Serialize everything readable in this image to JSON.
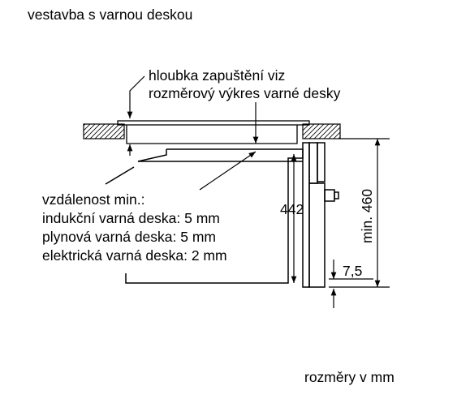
{
  "title": "vestavba s varnou deskou",
  "footer": "rozměry v mm",
  "labels": {
    "depth_line1": "hloubka zapuštění viz",
    "depth_line2": "rozměrový výkres varné desky",
    "dist_title": "vzdálenost min.:",
    "dist_induction": "indukční varná deska: 5 mm",
    "dist_gas": "plynová varná deska: 5 mm",
    "dist_electric": "elektrická varná deska: 2 mm"
  },
  "dimensions": {
    "height_442": "442",
    "min_460": "min. 460",
    "offset_7_5": "7,5"
  }
}
